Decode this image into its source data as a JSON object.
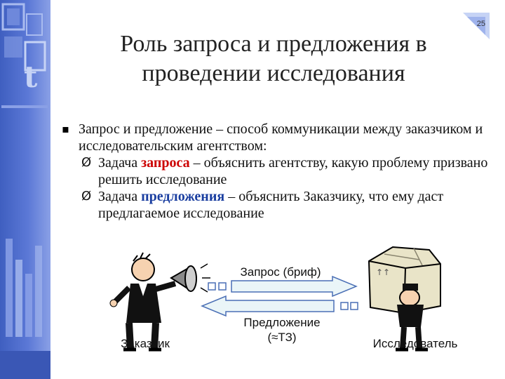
{
  "slide_number": "25",
  "title": "Роль запроса и предложения в проведении исследования",
  "bullet": {
    "marker": "▪",
    "text": "Запрос и предложение – способ коммуникации между заказчиком и исследовательским агентством:"
  },
  "sub_items": [
    {
      "marker": "Ø",
      "prefix": "Задача ",
      "emphasis": "запроса",
      "suffix": " – объяснить агентству, какую проблему призвано решить исследование"
    },
    {
      "marker": "Ø",
      "prefix": "Задача ",
      "emphasis": "предложения",
      "suffix": " – объяснить Заказчику, что ему даст предлагаемое исследование"
    }
  ],
  "diagram": {
    "request_label": "Запрос (бриф)",
    "proposal_label_line1": "Предложение",
    "proposal_label_line2": "(≈ТЗ)",
    "client_label": "Заказчик",
    "researcher_label": "Исследователь"
  },
  "colors": {
    "sidebar": "#4a68cc",
    "emphasis_request": "#cc0000",
    "emphasis_proposal": "#1a3ea0",
    "arrow_fill": "#eaf5f8",
    "arrow_stroke": "#4a6fb5"
  }
}
